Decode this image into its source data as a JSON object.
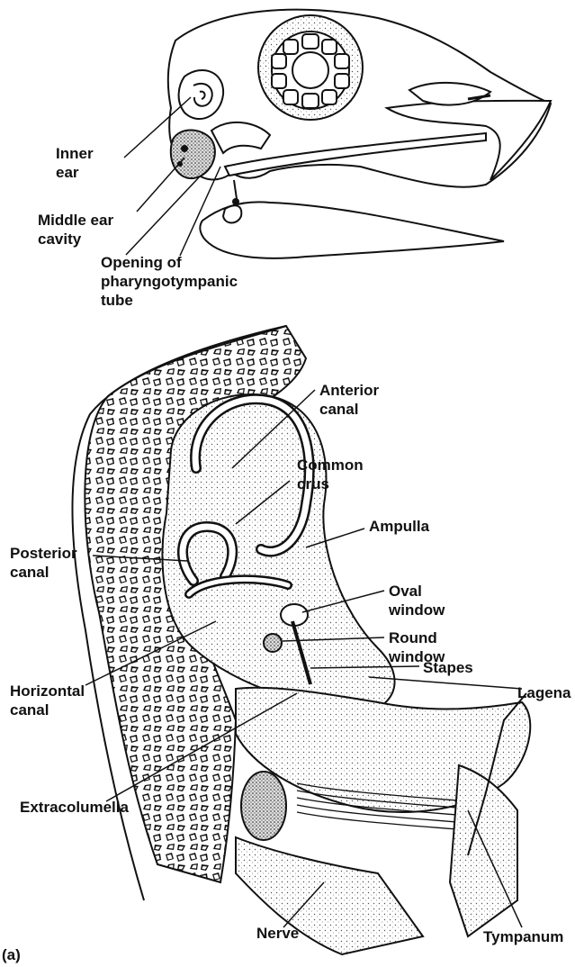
{
  "panel_label": "(a)",
  "skull_labels": {
    "inner_ear": "Inner\near",
    "middle_ear_cavity": "Middle ear\ncavity",
    "pharyngotympanic_opening": "Opening of\npharyngotympanic\ntube"
  },
  "ear_labels": {
    "anterior_canal": "Anterior\ncanal",
    "common_crus": "Common\ncrus",
    "ampulla": "Ampulla",
    "posterior_canal": "Posterior\ncanal",
    "oval_window": "Oval\nwindow",
    "round_window": "Round\nwindow",
    "stapes": "Stapes",
    "horizontal_canal": "Horizontal\ncanal",
    "lagena": "Lagena",
    "extracolumella": "Extracolumella",
    "nerve": "Nerve",
    "tympanum": "Tympanum"
  },
  "colors": {
    "ink": "#111111",
    "paper": "#ffffff",
    "stipple": "#bdbdbd"
  }
}
